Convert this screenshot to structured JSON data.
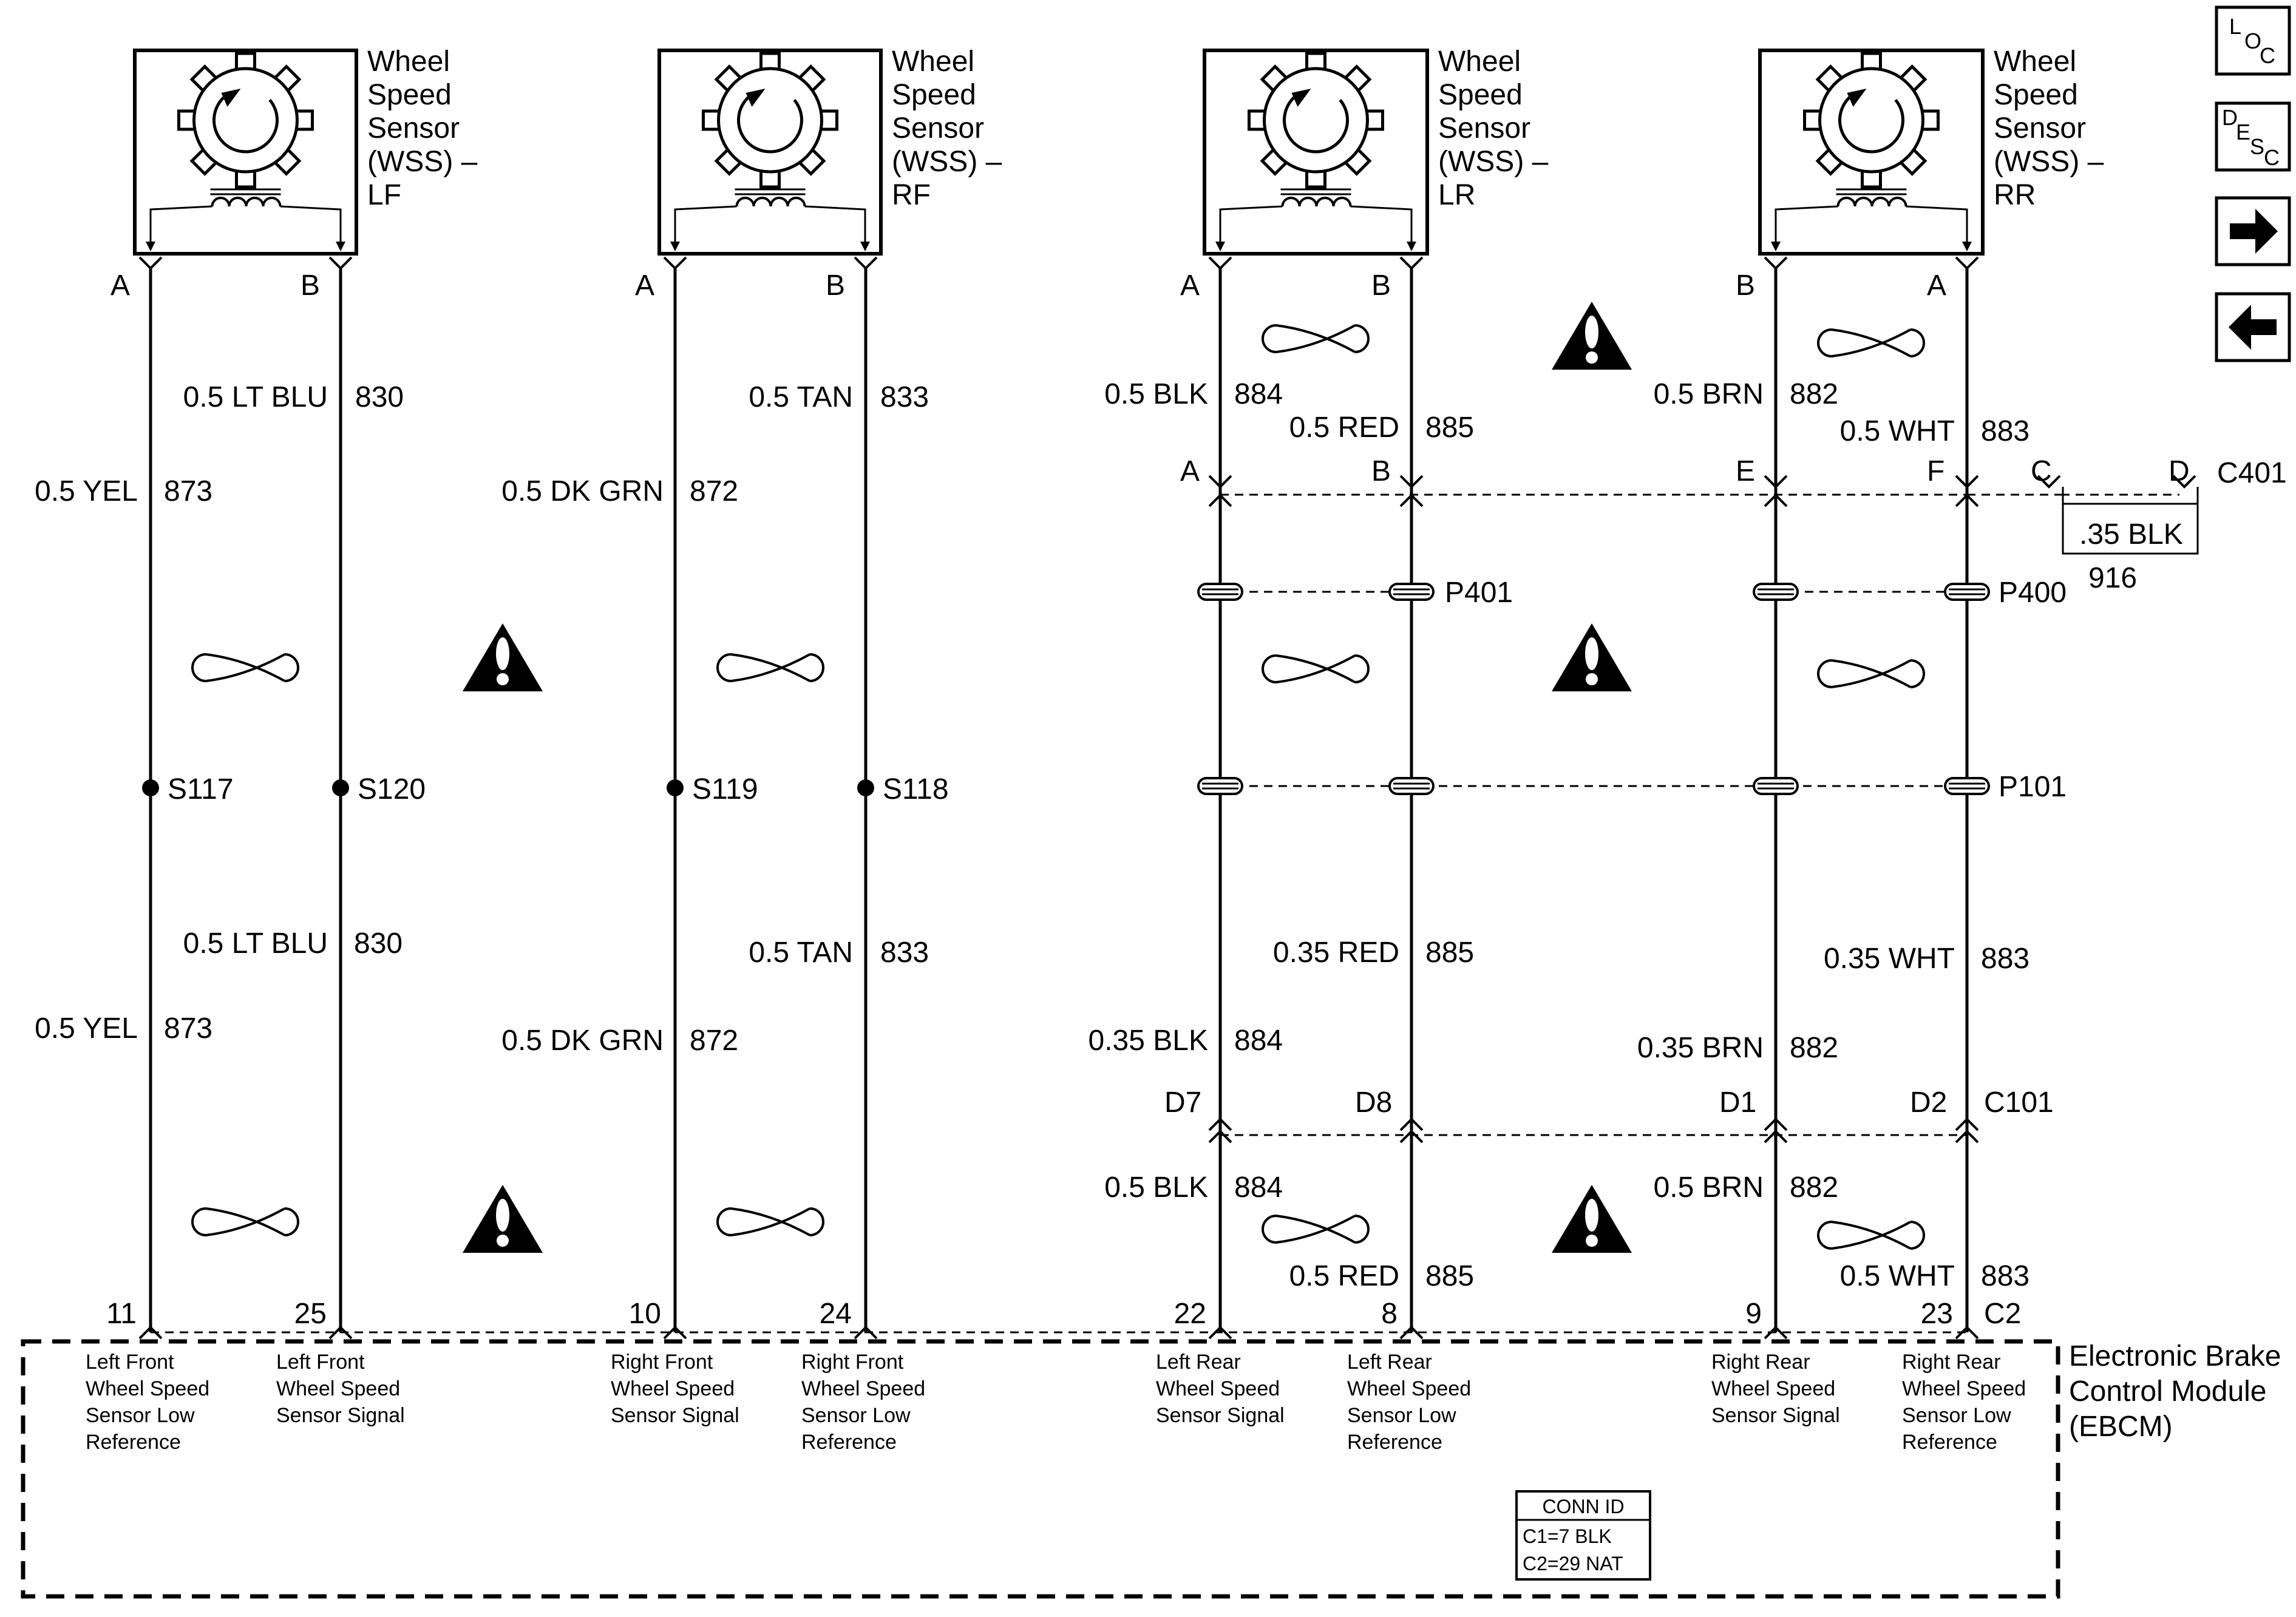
{
  "sensors": [
    {
      "lines": [
        "Wheel",
        "Speed",
        "Sensor",
        "(WSS) –",
        "LF"
      ]
    },
    {
      "lines": [
        "Wheel",
        "Speed",
        "Sensor",
        "(WSS) –",
        "RF"
      ]
    },
    {
      "lines": [
        "Wheel",
        "Speed",
        "Sensor",
        "(WSS) –",
        "LR"
      ]
    },
    {
      "lines": [
        "Wheel",
        "Speed",
        "Sensor",
        "(WSS) –",
        "RR"
      ]
    }
  ],
  "pins_top": [
    "A",
    "B",
    "A",
    "B",
    "A",
    "B",
    "B",
    "A"
  ],
  "pins_c401": [
    "A",
    "B",
    "E",
    "F",
    "C",
    "D"
  ],
  "c401_label": "C401",
  "ground_wire": {
    "gauge": ".35 BLK",
    "circuit": "916"
  },
  "pass_through": {
    "p401": "P401",
    "p400": "P400",
    "p101": "P101"
  },
  "splices": [
    "S117",
    "S120",
    "S119",
    "S118"
  ],
  "c101": {
    "pins": [
      "D7",
      "D8",
      "D1",
      "D2"
    ],
    "label": "C101"
  },
  "bottom_pins": [
    "11",
    "25",
    "10",
    "24",
    "22",
    "8",
    "9",
    "23"
  ],
  "c2_label": "C2",
  "wires": {
    "lf_b_1": {
      "gauge": "0.5 LT BLU",
      "circuit": "830"
    },
    "lf_a_1": {
      "gauge": "0.5 YEL",
      "circuit": "873"
    },
    "rf_b_1": {
      "gauge": "0.5 TAN",
      "circuit": "833"
    },
    "rf_a_1": {
      "gauge": "0.5 DK GRN",
      "circuit": "872"
    },
    "lr_a_1": {
      "gauge": "0.5 BLK",
      "circuit": "884"
    },
    "lr_b_1": {
      "gauge": "0.5 RED",
      "circuit": "885"
    },
    "rr_b_1": {
      "gauge": "0.5 BRN",
      "circuit": "882"
    },
    "rr_a_1": {
      "gauge": "0.5 WHT",
      "circuit": "883"
    },
    "lf_b_2": {
      "gauge": "0.5 LT BLU",
      "circuit": "830"
    },
    "lf_a_2": {
      "gauge": "0.5 YEL",
      "circuit": "873"
    },
    "rf_b_2": {
      "gauge": "0.5 TAN",
      "circuit": "833"
    },
    "rf_a_2": {
      "gauge": "0.5 DK GRN",
      "circuit": "872"
    },
    "lr_b_2": {
      "gauge": "0.35 RED",
      "circuit": "885"
    },
    "lr_a_2": {
      "gauge": "0.35 BLK",
      "circuit": "884"
    },
    "rr_a_2": {
      "gauge": "0.35 WHT",
      "circuit": "883"
    },
    "rr_b_2": {
      "gauge": "0.35 BRN",
      "circuit": "882"
    },
    "lr_a_3": {
      "gauge": "0.5 BLK",
      "circuit": "884"
    },
    "lr_b_3": {
      "gauge": "0.5 RED",
      "circuit": "885"
    },
    "rr_b_3": {
      "gauge": "0.5 BRN",
      "circuit": "882"
    },
    "rr_a_3": {
      "gauge": "0.5 WHT",
      "circuit": "883"
    }
  },
  "module_pins": [
    [
      "Left Front",
      "Wheel Speed",
      "Sensor Low",
      "Reference"
    ],
    [
      "Left Front",
      "Wheel Speed",
      "Sensor Signal"
    ],
    [
      "Right Front",
      "Wheel Speed",
      "Sensor Signal"
    ],
    [
      "Right Front",
      "Wheel Speed",
      "Sensor Low",
      "Reference"
    ],
    [
      "Left Rear",
      "Wheel Speed",
      "Sensor Signal"
    ],
    [
      "Left Rear",
      "Wheel Speed",
      "Sensor Low",
      "Reference"
    ],
    [
      "Right Rear",
      "Wheel Speed",
      "Sensor Signal"
    ],
    [
      "Right Rear",
      "Wheel Speed",
      "Sensor Low",
      "Reference"
    ]
  ],
  "module_name": [
    "Electronic Brake",
    "Control Module",
    "(EBCM)"
  ],
  "conn_id": {
    "title": "CONN ID",
    "c1": "C1=7 BLK",
    "c2": "C2=29 NAT"
  },
  "nav": {
    "loc": [
      "L",
      "O",
      "C"
    ],
    "desc": [
      "D",
      "E",
      "S",
      "C"
    ]
  },
  "icons": [
    "wheel-speed-sensor-icon",
    "twisted-pair-icon",
    "warning-icon",
    "arrow-right-icon",
    "arrow-left-icon"
  ]
}
